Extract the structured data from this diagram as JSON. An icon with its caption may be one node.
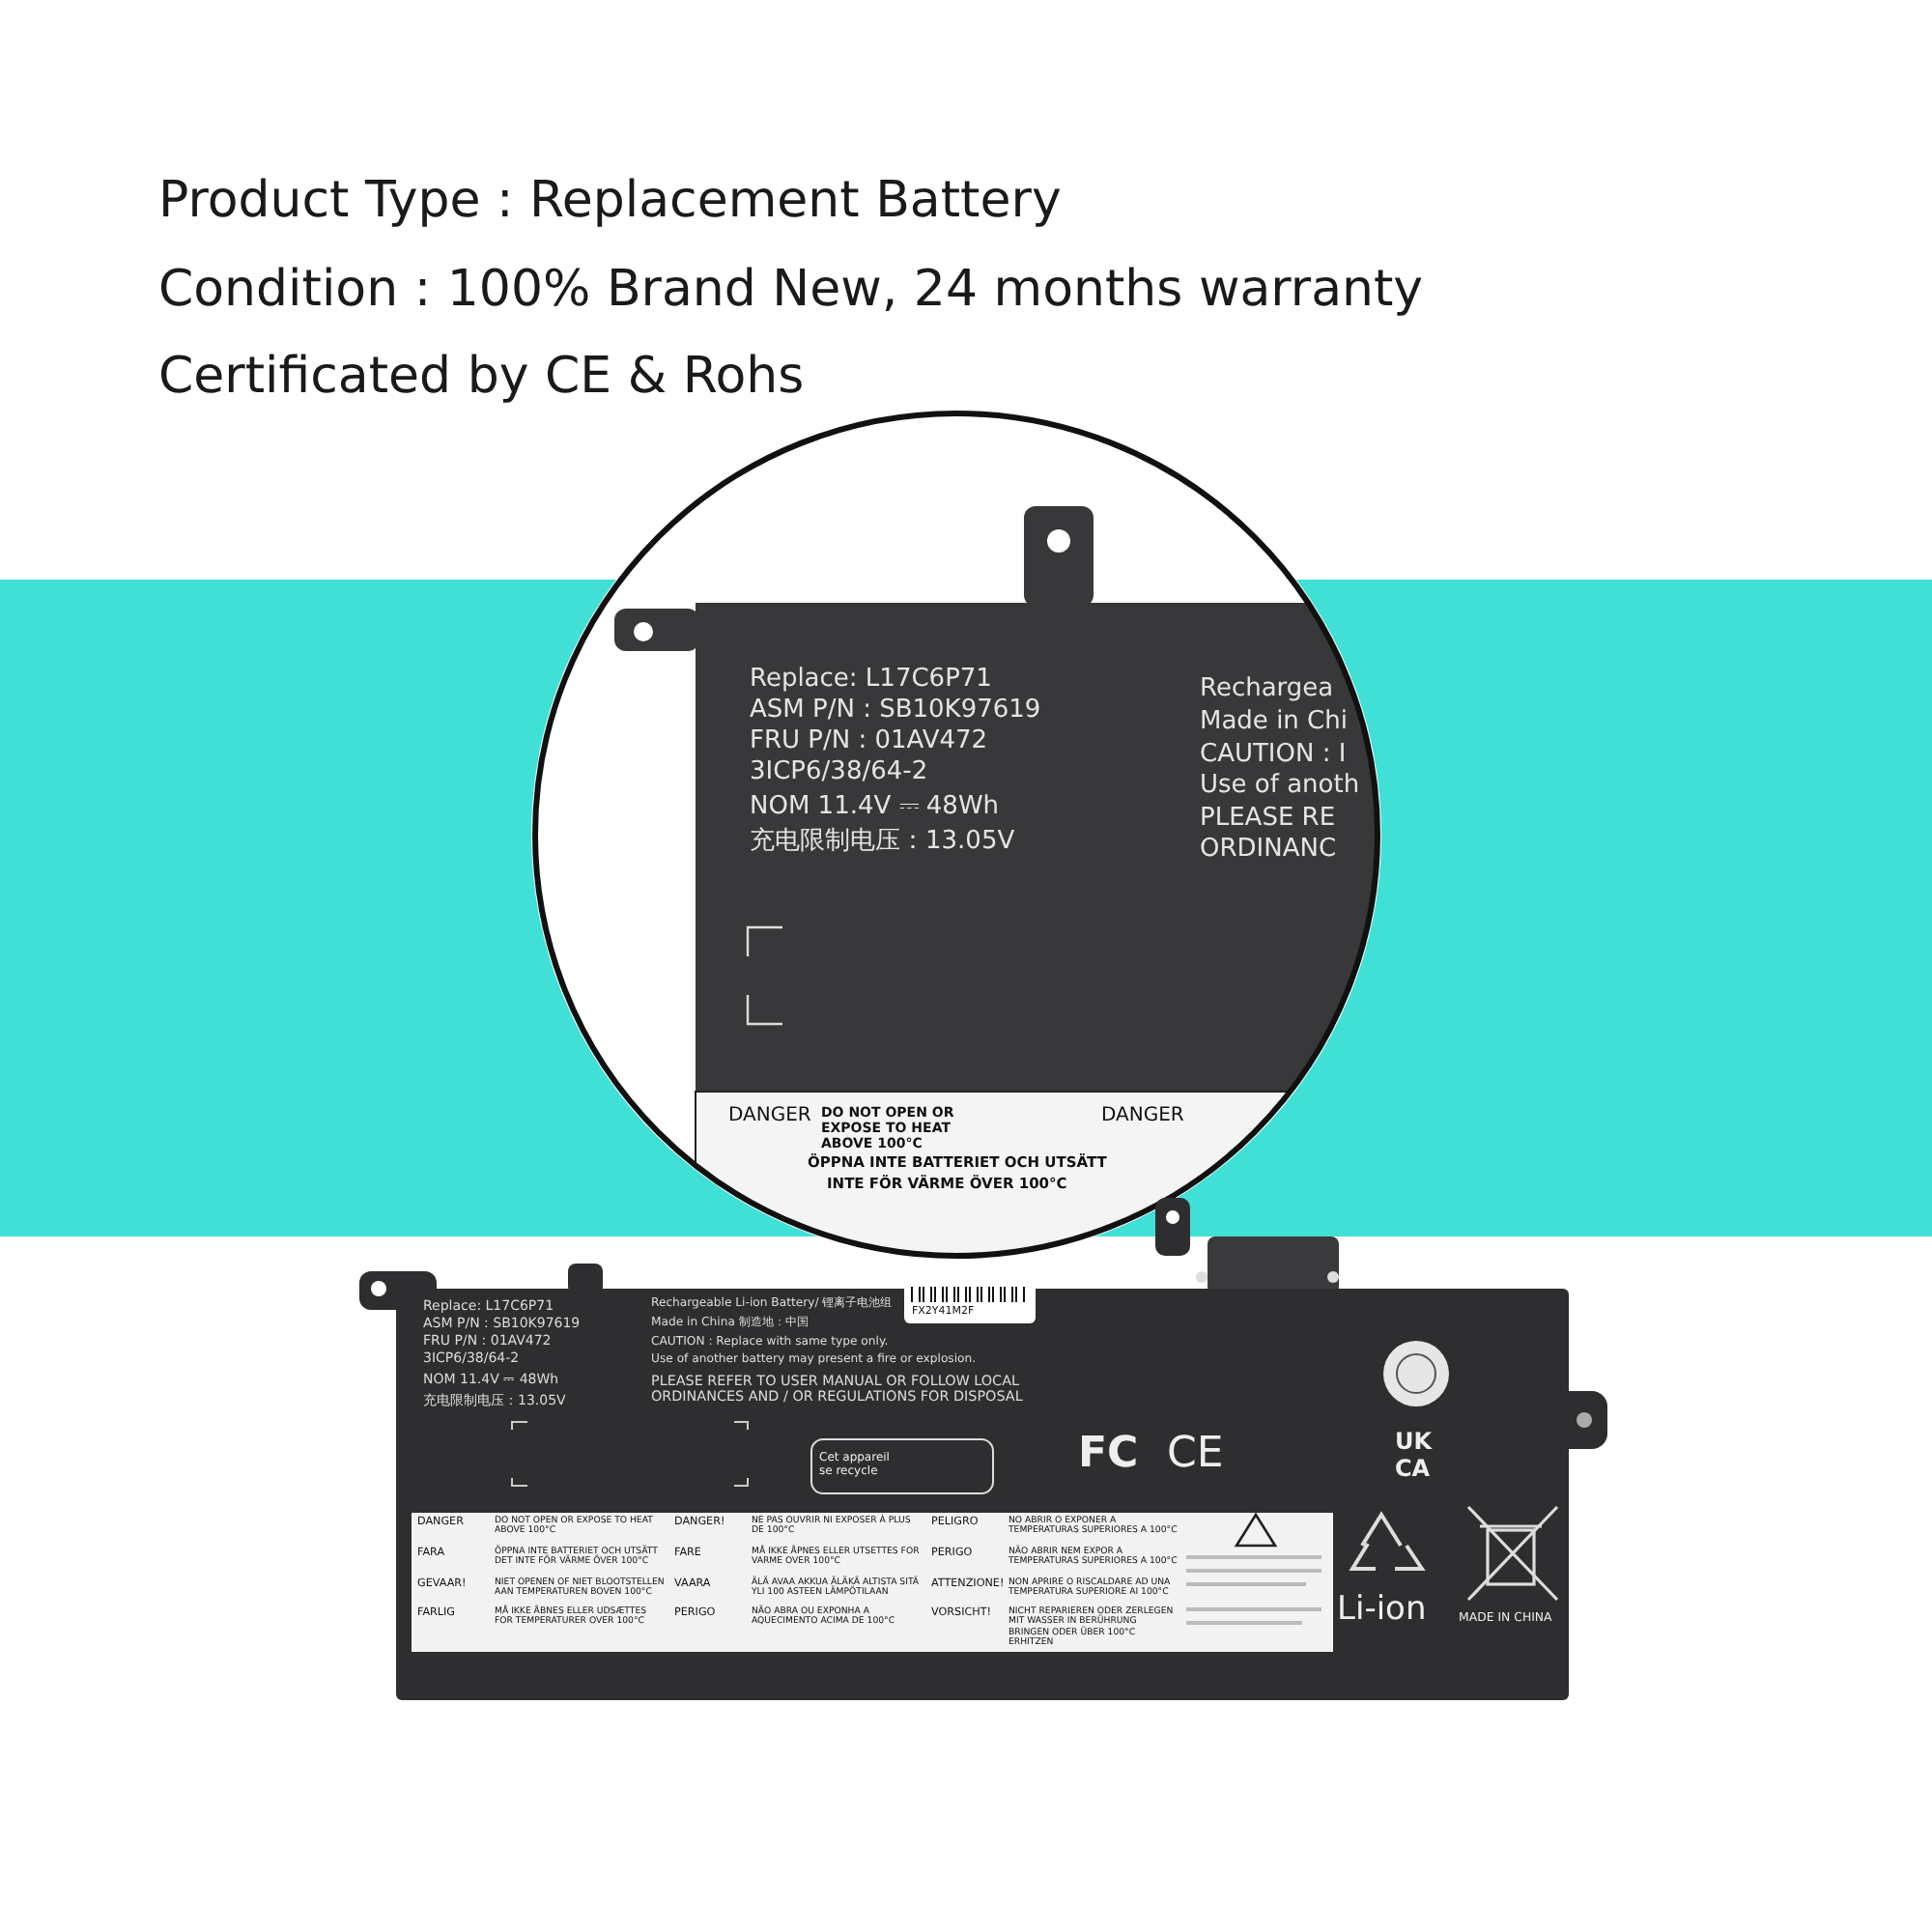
{
  "diagram": {
    "labels": [
      "Product Type : Replacement Battery",
      "Condition : 100% Brand New, 24 months warranty",
      "Certificated by CE & Rohs",
      "Replace: L17C6P71",
      "ASM  P/N : SB10K97619",
      "FRU  P/N : 01AV472",
      "3ICP6/38/64-2",
      "NOM 11.4V ⎓ 48Wh",
      "充电限制电压：13.05V",
      "Rechargea",
      "Made in Chi",
      "CAUTION : I",
      "Use of anoth",
      "PLEASE RE",
      "ORDINANC",
      "DANGER",
      "DO NOT OPEN OR EXPOSE TO HEAT ABOVE 100°C",
      "DANGER",
      "ÖPPNA INTE BATTERIET OCH UTSÄTT",
      "INTE FÖR VÄRME ÖVER 100°C",
      "Replace: L17C6P71",
      "ASM  P/N : SB10K97619",
      "FRU  P/N : 01AV472",
      "3ICP6/38/64-2",
      "NOM 11.4V ⎓ 48Wh",
      "充电限制电压：13.05V",
      "Rechargeable Li-ion Battery/ 锂离子电池组",
      "Made in China 制造地：中国",
      "CAUTION : Replace with same type only.",
      "Use of another battery may present a fire or explosion.",
      "PLEASE REFER TO USER MANUAL OR FOLLOW LOCAL ORDINANCES AND / OR REGULATIONS FOR DISPOSAL",
      "FX2Y41M2F",
      "Cet appareil se recycle",
      "FC",
      "CE",
      "UK CA",
      "DANGER",
      "DO NOT OPEN OR EXPOSE TO HEAT ABOVE 100°C",
      "DANGER!",
      "NE PAS OUVRIR NI EXPOSER À PLUS DE 100°C",
      "PELIGRO",
      "NO ABRIR O EXPONER A TEMPERATURAS SUPERIORES A 100°C",
      "FARA",
      "ÖPPNA INTE BATTERIET OCH UTSÄTT DET INTE FÖR VÄRME ÖVER 100°C",
      "FARE",
      "MÅ IKKE ÅPNES ELLER UTSETTES FOR VARME OVER 100°C",
      "PERIGO",
      "NÃO ABRIR NEM EXPOR A TEMPERATURAS SUPERIORES A 100°C",
      "GEVAAR!",
      "NIET OPENEN OF NIET BLOOTSTELLEN AAN TEMPERATUREN BOVEN 100°C",
      "VAARA",
      "ÄLÄ AVAA AKKUA ÄLÄKÄ ALTISTA SITÄ YLI 100 ASTEEN LÄMPÖTILAAN",
      "ATTENZIONE!",
      "NON APRIRE O RISCALDARE AD UNA TEMPERATURA SUPERIORE AI 100°C",
      "FARLIG",
      "MÅ IKKE ÅBNES ELLER UDSÆTTES FOR TEMPERATURER OVER 100°C",
      "PERIGO",
      "NÃO ABRA OU EXPONHA A AQUECIMENTO ACIMA DE 100°C",
      "VORSICHT!",
      "NICHT REPARIEREN ODER ZERLEGEN MIT WASSER IN BERÜHRUNG BRINGEN ODER ÜBER 100°C ERHITZEN",
      "Li-ion",
      "MADE IN CHINA"
    ]
  }
}
